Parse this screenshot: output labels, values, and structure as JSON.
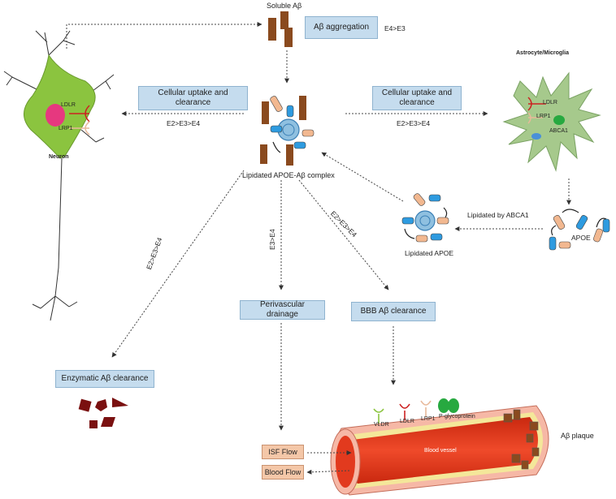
{
  "top": {
    "soluble": "Soluble Aβ",
    "aggregation": "Aβ aggregation",
    "aggregation_order": "E4>E3"
  },
  "left_uptake": {
    "label": "Cellular uptake and clearance",
    "order": "E2>E3>E4"
  },
  "right_uptake": {
    "label": "Cellular uptake and clearance",
    "order": "E2>E3>E4"
  },
  "center": {
    "complex": "Lipidated APOE-Aβ complex"
  },
  "neuron": {
    "title": "Neuron",
    "ldlr": "LDLR",
    "lrp1": "LRP1"
  },
  "astro": {
    "title": "Astrocyte/Microglia",
    "ldlr": "LDLR",
    "lrp1": "LRP1",
    "abca1": "ABCA1"
  },
  "apoe_right": {
    "label": "APOE",
    "lipidated_by": "Lipidated by ABCA1"
  },
  "lipidated_apoe": "Lipidated APOE",
  "paths": {
    "enzymatic_order": "E2>E3>E4",
    "perivascular_order": "E3>E4",
    "bbb_order": "E2>E3>E4",
    "enzymatic": "Enzymatic Aβ clearance",
    "perivascular": "Perivascular drainage",
    "bbb": "BBB Aβ clearance"
  },
  "vessel": {
    "receptors": [
      "VLDR",
      "LDLR",
      "LRP1",
      "P-glycoprotein"
    ],
    "label": "Blood vessel",
    "plaque": "Aβ plaque",
    "isf": "ISF Flow",
    "blood": "Blood Flow"
  },
  "colors": {
    "box": "#c5dcee",
    "peach": "#f4c7a8",
    "neuron": "#8bc43f",
    "astro": "#a6c98c",
    "vessel": "#e23a1e",
    "brown": "#8a4a1e"
  }
}
